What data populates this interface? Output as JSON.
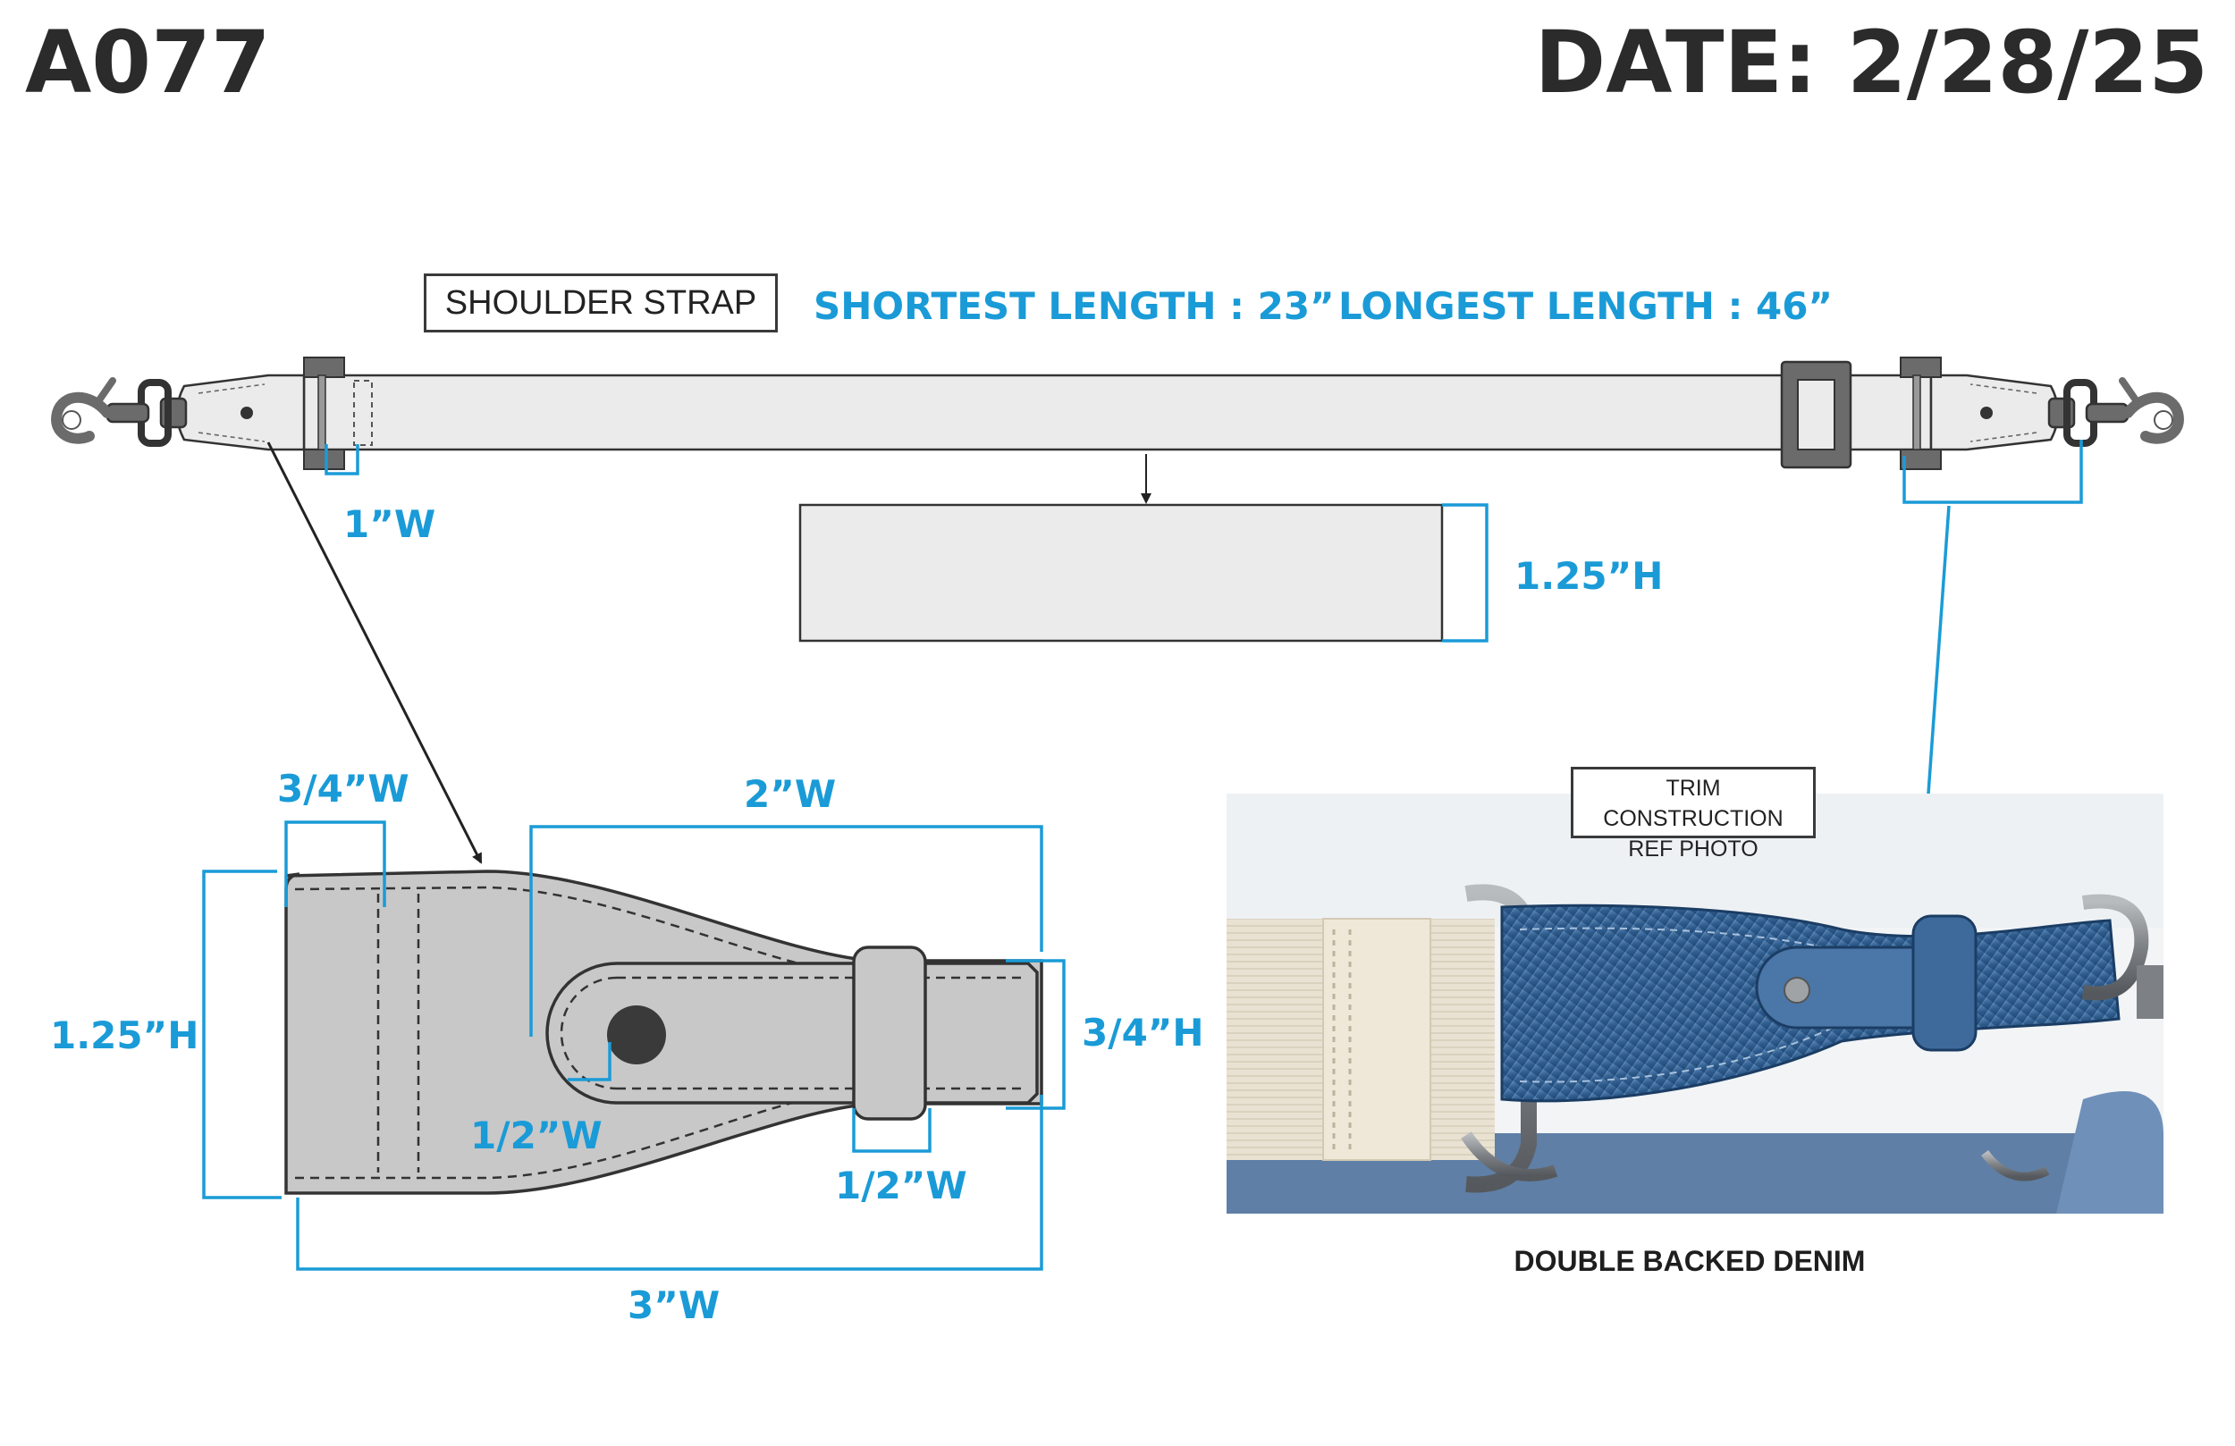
{
  "header": {
    "style_code": "A077",
    "date": "DATE: 2/28/25"
  },
  "strap": {
    "label": "SHOULDER STRAP",
    "shortest_length": "SHORTEST LENGTH : 23”",
    "longest_length": "LONGEST LENGTH : 46”",
    "end_width": "1”W",
    "strap_height": "1.25”H"
  },
  "tab_detail": {
    "top_width_a": "3/4”W",
    "top_width_b": "2”W",
    "left_height": "1.25”H",
    "right_height": "3/4”H",
    "loop_width": "1/2”W",
    "keeper_width": "1/2”W",
    "total_width": "3”W"
  },
  "reference": {
    "label_line1": "TRIM CONSTRUCTION",
    "label_line2": "REF PHOTO",
    "caption": "DOUBLE BACKED DENIM"
  },
  "colors": {
    "dimension_blue": "#1a9bd7",
    "strap_fill": "#ecebeb",
    "tab_fill": "#c8c8c8",
    "hardware": "#6b6b6b",
    "denim": "#3d6b9c"
  }
}
